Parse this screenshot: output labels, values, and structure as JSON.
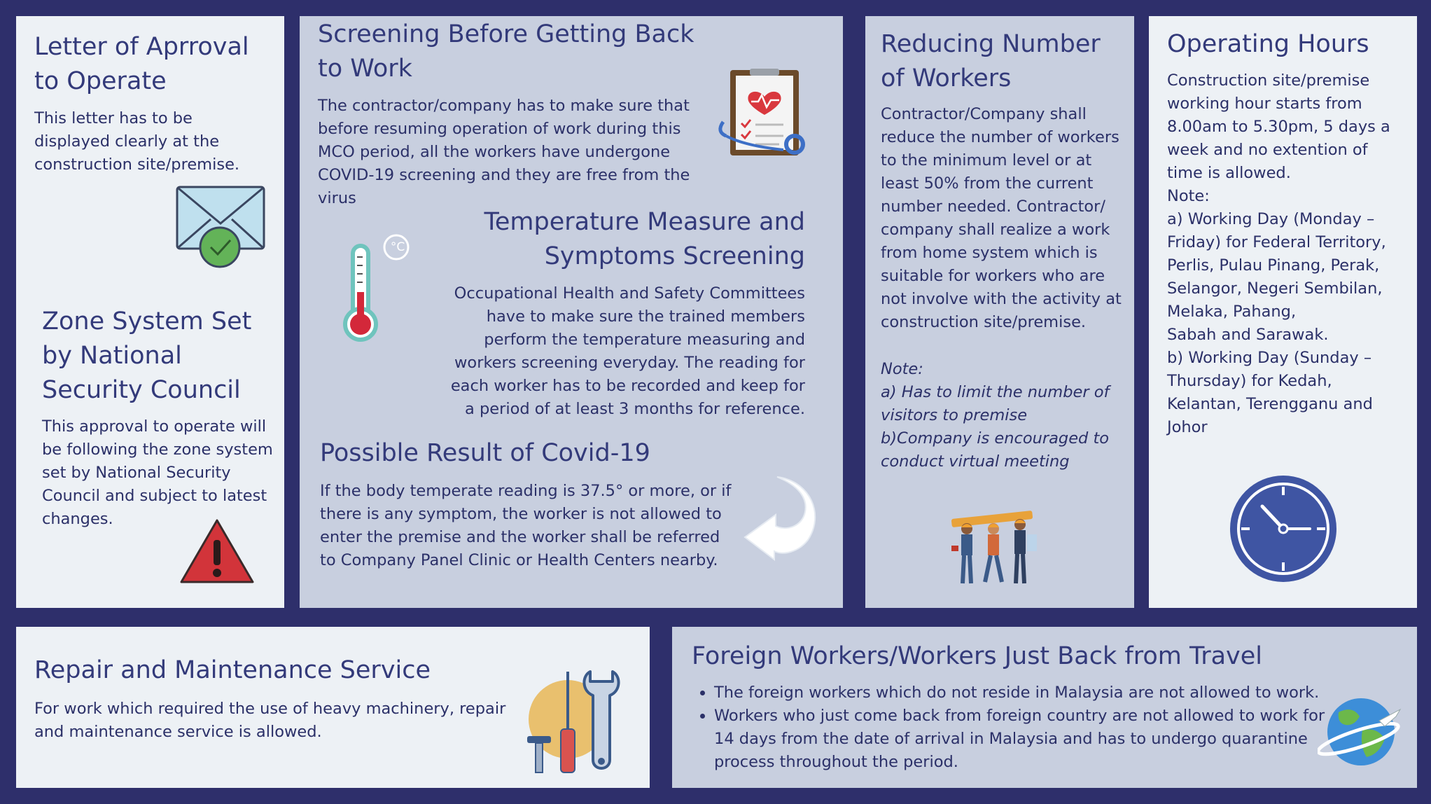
{
  "letter": {
    "title": "Letter of Aprroval to Operate",
    "body": "This letter has to be displayed clearly at the construction site/premise."
  },
  "zone": {
    "title": "Zone System Set by National Security Council",
    "body": "This approval to operate will be following the zone system set by National Security Council and subject to latest changes."
  },
  "screening": {
    "title": "Screening Before Getting Back to Work",
    "body": "The contractor/company has to make sure that before resuming operation of work during this MCO period, all the workers have undergone COVID-19 screening and they are free from the virus"
  },
  "temperature": {
    "title": "Temperature Measure and Symptoms Screening",
    "body": "Occupational Health and Safety Committees have to make sure the trained members perform the temperature measuring and workers screening everyday. The reading for each worker has to be recorded and keep for a period of at least 3 months for reference.",
    "unit_symbol": "°C"
  },
  "possible": {
    "title": "Possible Result of Covid-19",
    "body": "If the body temperate reading is 37.5° or more, or if there is any symptom, the worker is not allowed to enter the premise and the worker shall be referred to Company Panel Clinic or Health Centers nearby."
  },
  "reducing": {
    "title": "Reducing Number of Workers",
    "body": "Contractor/Company shall reduce the number of workers to the minimum level or at least 50% from the current number needed. Contractor/ company shall realize a work from home system which is suitable for workers who are not involve with the activity at construction site/premise.",
    "note_label": "Note:",
    "note_a": "a) Has to limit the number of visitors to premise",
    "note_b": "b)Company is encouraged to conduct virtual meeting"
  },
  "hours": {
    "title": "Operating Hours",
    "body": "Construction site/premise working hour starts from 8.00am to 5.30pm, 5 days a week and no extention of time is allowed.",
    "note_label": "Note:",
    "note_a": "a) Working Day (Monday – Friday) for Federal Territory, Perlis, Pulau Pinang, Perak, Selangor, Negeri Sembilan, Melaka, Pahang,",
    "note_a2": "Sabah and Sarawak.",
    "note_b": "b) Working Day (Sunday – Thursday) for Kedah, Kelantan, Terengganu and Johor"
  },
  "repair": {
    "title": "Repair and Maintenance Service",
    "body": "For work which required the use of heavy machinery, repair and maintenance service is allowed."
  },
  "foreign": {
    "title": "Foreign Workers/Workers Just Back from Travel",
    "bullets": [
      "The foreign workers which do not reside in Malaysia are not allowed to work.",
      "Workers who just come back from foreign country are not allowed to work for 14 days from the date of arrival in Malaysia and has to undergo quarantine process throughout the period."
    ]
  },
  "icons": {
    "letter": "envelope-check-icon",
    "zone": "warning-triangle-icon",
    "screening": "clipboard-health-icon",
    "temperature": "thermometer-icon",
    "possible": "curved-arrow-icon",
    "reducing": "workers-group-icon",
    "hours": "clock-icon",
    "repair": "tools-icon",
    "foreign": "globe-plane-icon"
  },
  "colors": {
    "background": "#2e2f6b",
    "card_light": "#edf1f5",
    "card_mid": "#c8cfdf",
    "heading": "#333a7a"
  }
}
